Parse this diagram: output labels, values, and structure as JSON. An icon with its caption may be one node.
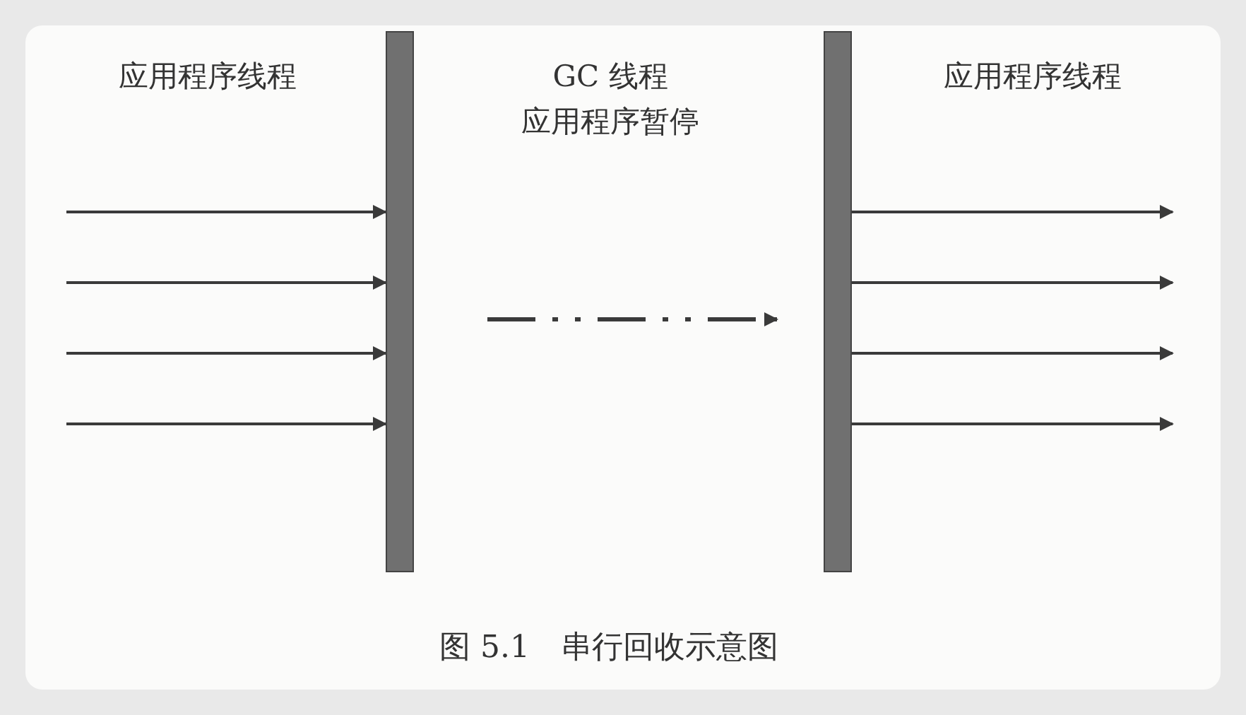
{
  "diagram": {
    "caption": "图 5.1　串行回收示意图",
    "nodes": [
      {
        "text": [],
        "shape": "bar"
      },
      {
        "text": [],
        "shape": "bar"
      }
    ],
    "edges": [
      {
        "from": null,
        "to": 0,
        "arrow": "to"
      },
      {
        "from": null,
        "to": 0,
        "arrow": "to"
      },
      {
        "from": null,
        "to": 0,
        "arrow": "to"
      },
      {
        "from": null,
        "to": 0,
        "arrow": "to"
      },
      {
        "from": 0,
        "to": 1,
        "arrow": "to",
        "style": "dashed"
      },
      {
        "from": 1,
        "to": null,
        "arrow": "to"
      },
      {
        "from": 1,
        "to": null,
        "arrow": "to"
      },
      {
        "from": 1,
        "to": null,
        "arrow": "to"
      },
      {
        "from": 1,
        "to": null,
        "arrow": "to"
      }
    ],
    "labels": [
      "应用程序线程",
      "GC 线程",
      "应用程序暂停",
      "应用程序线程"
    ]
  }
}
